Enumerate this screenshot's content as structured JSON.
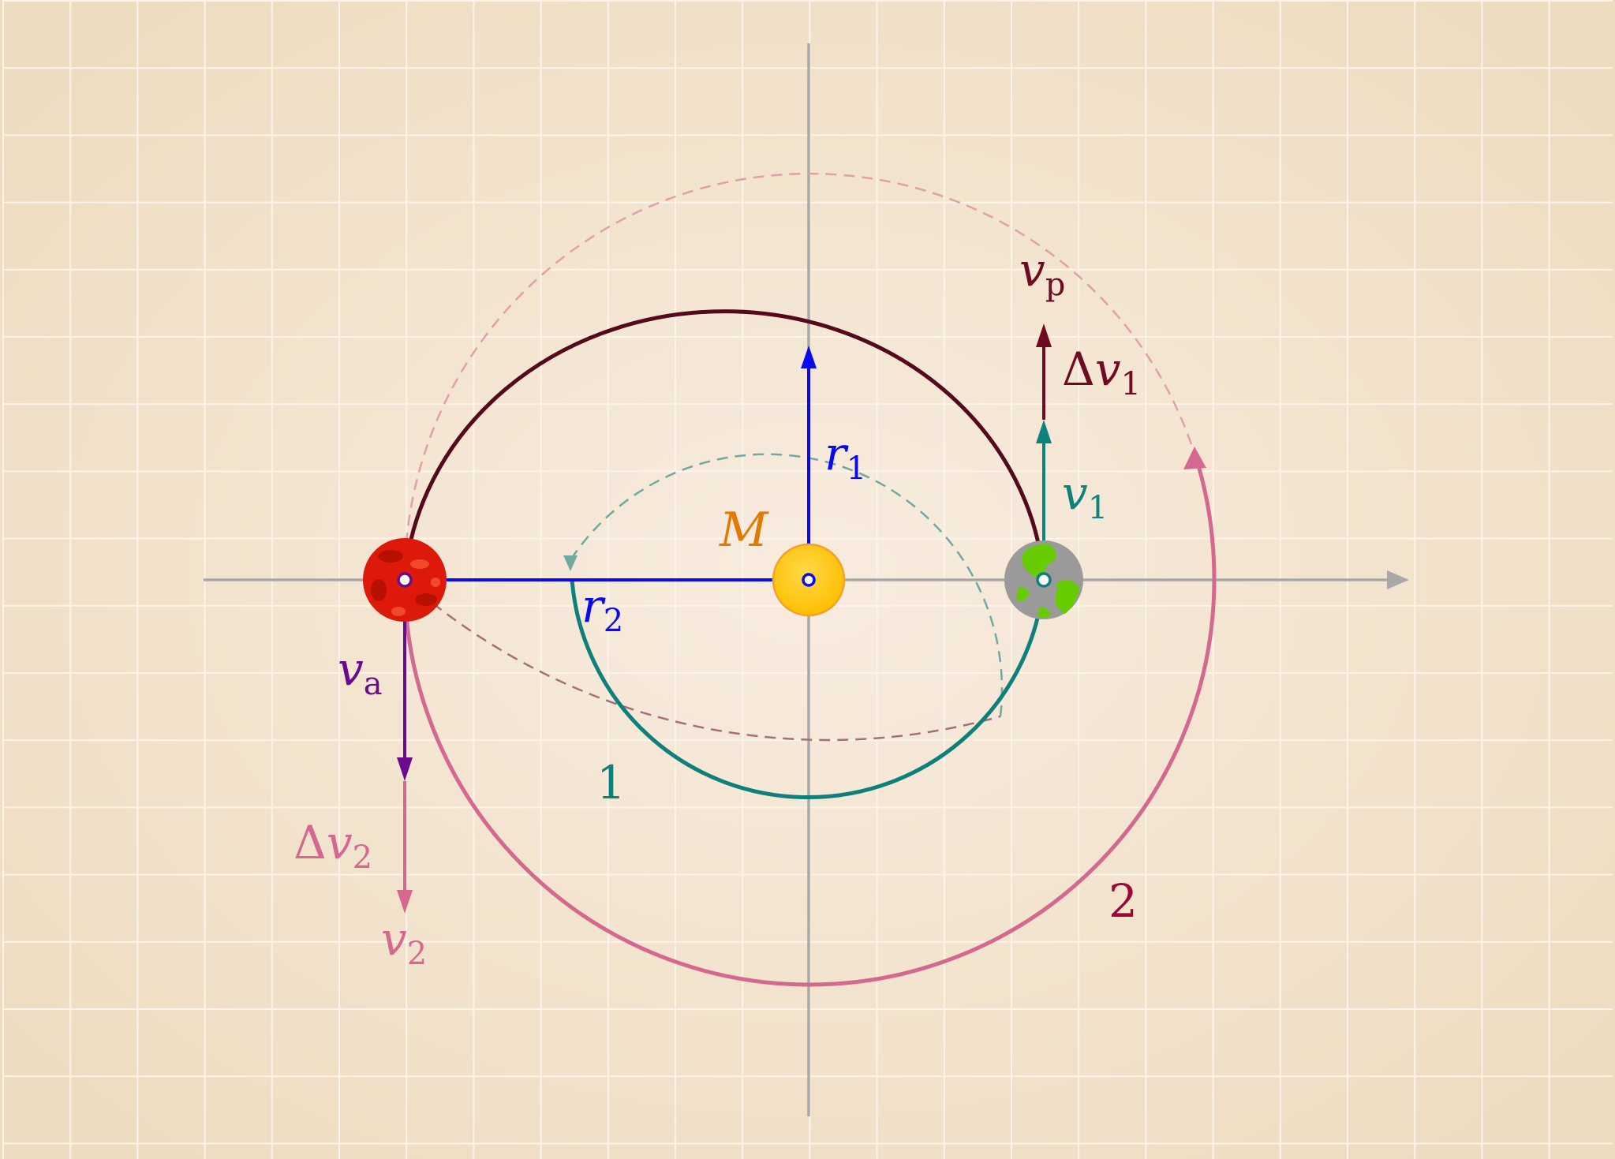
{
  "colors": {
    "background_center": "#f8ecdf",
    "background_edge": "#eedcc0",
    "grid": "#fbf4ea",
    "axis": "#a8a8a8",
    "orbit_1": "#0f7f7b",
    "orbit_1_dashed": "#6fa9a1",
    "orbit_2": "#d4688f",
    "orbit_2_dashed": "#e1a0a8",
    "transfer_orbit": "#54091c",
    "transfer_dashed": "#a3707a",
    "radius_vectors": "#0a0af0",
    "v1": "#10827c",
    "vp": "#6e0a22",
    "va": "#6b0a8c",
    "dv2": "#d4688f",
    "label_M": "#e07a00",
    "sun": "#ffc000",
    "earth_land": "#66cc00",
    "earth_sea": "#9a9a9a",
    "mars": "#dd1a0a",
    "label_2": "#a0063a"
  },
  "bodies": {
    "central_mass": {
      "icon": "sun-icon",
      "label_italic": "M"
    },
    "planet_inner": {
      "icon": "earth-icon"
    },
    "planet_outer": {
      "icon": "mars-icon"
    }
  },
  "labels": {
    "r1": {
      "main": "r",
      "sub": "1"
    },
    "r2": {
      "main": "r",
      "sub": "2"
    },
    "v1": {
      "main": "v",
      "sub": "1"
    },
    "vp": {
      "main": "v",
      "sub": "p"
    },
    "dv1": {
      "delta": "Δ",
      "main": "v",
      "sub": "1"
    },
    "va": {
      "main": "v",
      "sub": "a"
    },
    "dv2": {
      "delta": "Δ",
      "main": "v",
      "sub": "2"
    },
    "v2": {
      "main": "v",
      "sub": "2"
    },
    "orbit1": "1",
    "orbit2": "2"
  }
}
